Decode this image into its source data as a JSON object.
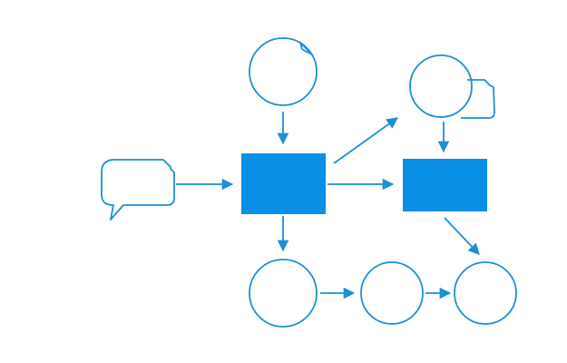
{
  "colors": {
    "background": "#ffffff",
    "stroke": "#1c8fd6",
    "fill": "#0a8ee6"
  },
  "diagram": {
    "nodes": [
      {
        "id": "speech-bubble",
        "shape": "speech-bubble"
      },
      {
        "id": "top-circle",
        "shape": "circle-folded-corner"
      },
      {
        "id": "top-right-circle",
        "shape": "circle-with-card"
      },
      {
        "id": "center-box",
        "shape": "filled-rect"
      },
      {
        "id": "right-box",
        "shape": "filled-rect"
      },
      {
        "id": "bottom-circle-1",
        "shape": "circle"
      },
      {
        "id": "bottom-circle-2",
        "shape": "circle"
      },
      {
        "id": "bottom-circle-3",
        "shape": "circle"
      }
    ],
    "edges": [
      {
        "from": "speech-bubble",
        "to": "center-box"
      },
      {
        "from": "top-circle",
        "to": "center-box"
      },
      {
        "from": "center-box",
        "to": "top-right-circle"
      },
      {
        "from": "center-box",
        "to": "right-box"
      },
      {
        "from": "center-box",
        "to": "bottom-circle-1"
      },
      {
        "from": "top-right-circle",
        "to": "right-box"
      },
      {
        "from": "right-box",
        "to": "bottom-circle-3"
      },
      {
        "from": "bottom-circle-1",
        "to": "bottom-circle-2"
      },
      {
        "from": "bottom-circle-2",
        "to": "bottom-circle-3"
      }
    ]
  }
}
